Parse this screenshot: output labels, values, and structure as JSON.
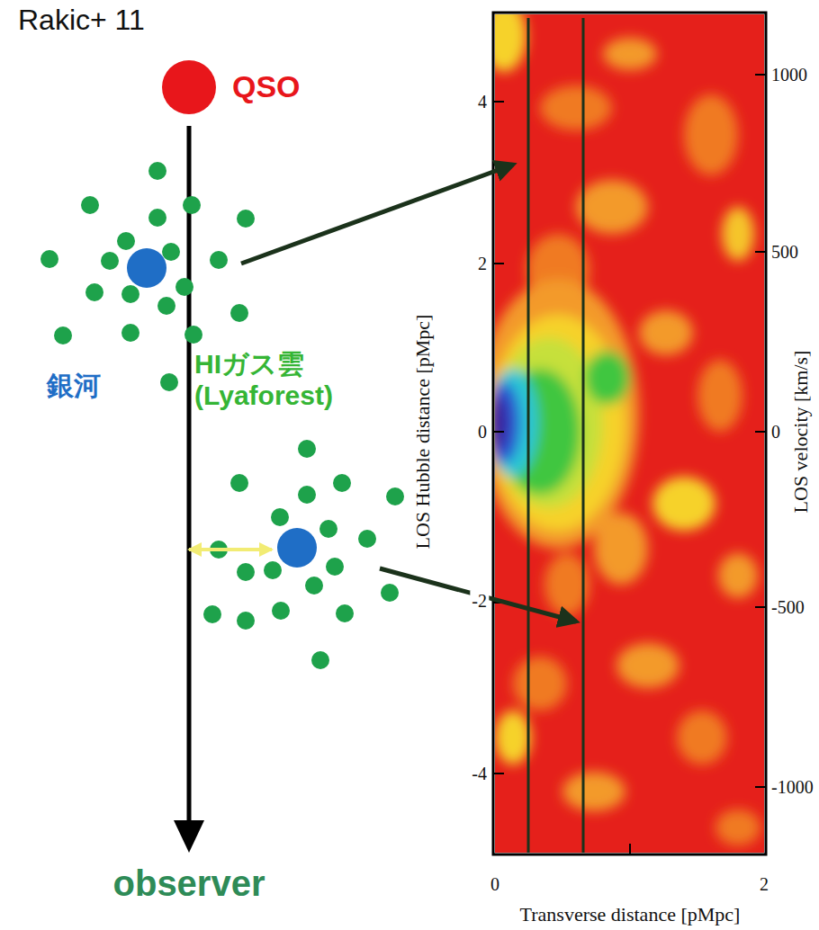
{
  "diagram": {
    "title": "Rakic+ 11",
    "nodes": [
      {
        "text": [
          "QSO"
        ]
      }
    ],
    "labels": [
      "銀河",
      "HIガス雲 (Lyaforest)",
      "observer",
      "4",
      "2",
      "0",
      "-2",
      "-4",
      "1000",
      "500",
      "0",
      "-500",
      "-1000",
      "LOS Hubble distance [pMpc]",
      "LOS velocity [km/s]",
      "0",
      "2",
      "Transverse distance [pMpc]"
    ]
  }
}
